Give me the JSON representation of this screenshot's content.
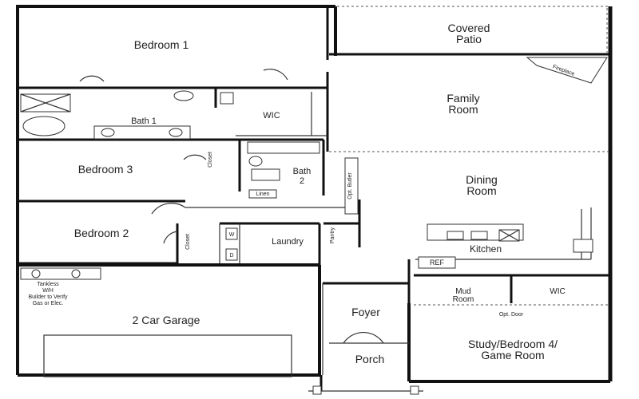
{
  "plan": {
    "rooms": {
      "bedroom1": "Bedroom 1",
      "covered_patio_line1": "Covered",
      "covered_patio_line2": "Patio",
      "fireplace": "Fireplace",
      "family_room_line1": "Family",
      "family_room_line2": "Room",
      "wic_master": "WIC",
      "bath1": "Bath 1",
      "bedroom3": "Bedroom 3",
      "closet_b3": "Closet",
      "bath2_line1": "Bath",
      "bath2_line2": "2",
      "linen": "Linen",
      "opt_butler": "Opt. Butler",
      "dining_line1": "Dining",
      "dining_line2": "Room",
      "bedroom2": "Bedroom 2",
      "closet_b2": "Closet",
      "laundry": "Laundry",
      "pantry": "Pantry",
      "kitchen": "Kitchen",
      "ref": "REF",
      "water_heater_line1": "Tankless",
      "water_heater_line2": "W/H",
      "water_heater_line3": "Builder to Verify",
      "water_heater_line4": "Gas or Elec.",
      "mud_room_line1": "Mud",
      "mud_room_line2": "Room",
      "wic_study": "WIC",
      "opt_door": "Opt. Door",
      "foyer": "Foyer",
      "garage": "2 Car Garage",
      "study_line1": "Study/Bedroom 4/",
      "study_line2": "Game Room",
      "porch": "Porch",
      "washer": "W",
      "dryer": "D"
    }
  }
}
